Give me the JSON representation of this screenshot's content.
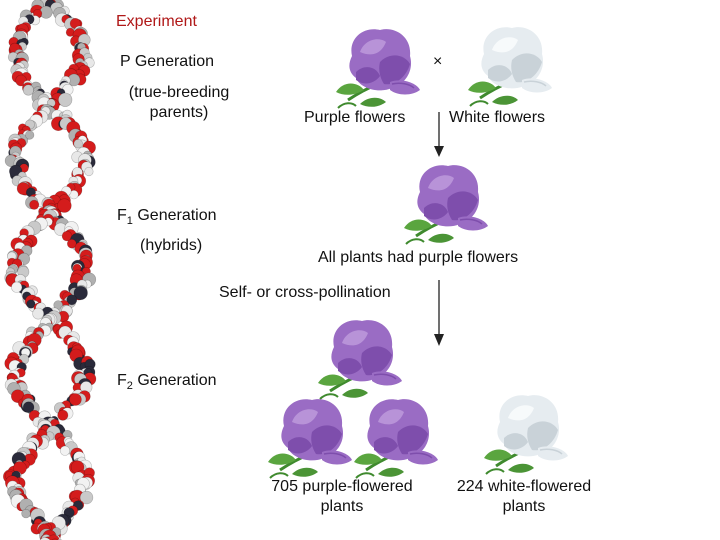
{
  "title": "Experiment",
  "p_gen": {
    "label": "P Generation",
    "sub": "(true-breeding\nparents)"
  },
  "cross_symbol": "×",
  "parents": {
    "purple": "Purple flowers",
    "white": "White flowers"
  },
  "f1_gen": {
    "label_prefix": "F",
    "label_sub": "1",
    "label_suffix": " Generation",
    "sub": "(hybrids)",
    "result": "All plants had purple flowers"
  },
  "pollination": "Self- or cross-pollination",
  "f2_gen": {
    "label_prefix": "F",
    "label_sub": "2",
    "label_suffix": " Generation"
  },
  "f2_results": {
    "purple": "705 purple-flowered\nplants",
    "white": "224 white-flowered\nplants"
  },
  "colors": {
    "title": "#b01818",
    "purple": "#9a6cc4",
    "white": "#e6ecf0",
    "leaf": "#4f9a3a"
  },
  "icons": [
    "dna-helix-image",
    "purple-flower-icon",
    "white-flower-icon",
    "down-arrow-icon"
  ]
}
